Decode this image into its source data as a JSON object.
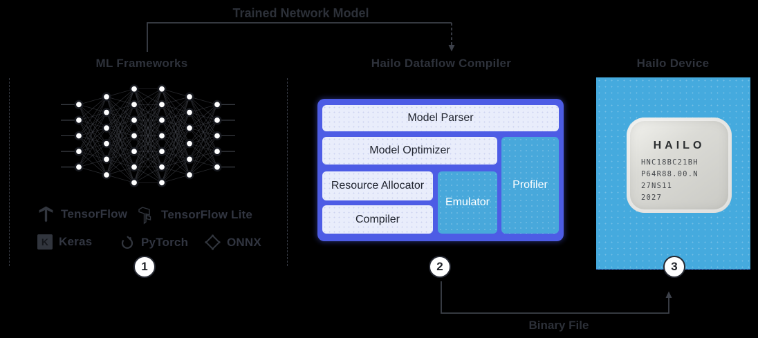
{
  "flow": {
    "top_label": "Trained Network Model",
    "bottom_label": "Binary File"
  },
  "sections": {
    "ml": {
      "title": "ML Frameworks",
      "step": "1"
    },
    "compiler": {
      "title": "Hailo Dataflow Compiler",
      "step": "2",
      "blocks": {
        "parser": "Model Parser",
        "optimizer": "Model Optimizer",
        "resource": "Resource Allocator",
        "compiler": "Compiler",
        "emulator": "Emulator",
        "profiler": "Profiler"
      }
    },
    "device": {
      "title": "Hailo Device",
      "step": "3",
      "chip": {
        "brand": "HAILO",
        "lines": [
          "HNC18BC21BH",
          "P64R88.00.N",
          "27NS11",
          "2027"
        ]
      }
    }
  },
  "frameworks": {
    "items": [
      {
        "name": "TensorFlow",
        "icon": "tensorflow-icon"
      },
      {
        "name": "TensorFlow Lite",
        "icon": "tensorflow-lite-icon"
      },
      {
        "name": "Keras",
        "icon": "keras-icon",
        "icon_letter": "K"
      },
      {
        "name": "PyTorch",
        "icon": "pytorch-icon"
      },
      {
        "name": "ONNX",
        "icon": "onnx-icon"
      }
    ]
  },
  "diagram": {
    "network_layers": [
      5,
      6,
      7,
      7,
      6,
      5
    ]
  },
  "colors": {
    "background": "#000000",
    "accent_indigo": "#4d5ce5",
    "accent_cyan": "#48a8db",
    "device_blue": "#45aade",
    "box_light": "#e9edfb",
    "title_gray": "#2e323b"
  }
}
